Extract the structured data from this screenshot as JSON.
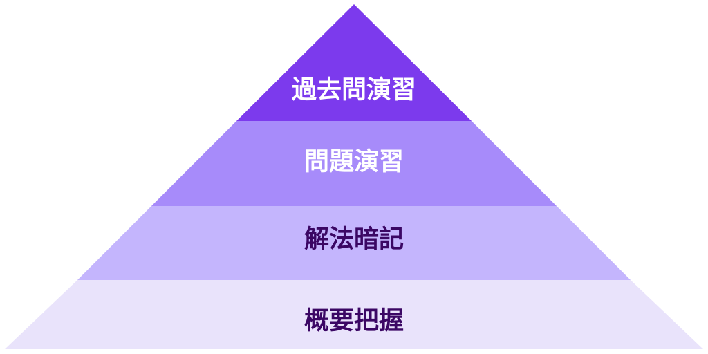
{
  "pyramid": {
    "tiers": [
      {
        "label": "過去問演習",
        "fill": "#7c3aed",
        "text_color": "#ffffff"
      },
      {
        "label": "問題演習",
        "fill": "#a78bfa",
        "text_color": "#ffffff"
      },
      {
        "label": "解法暗記",
        "fill": "#c4b5fd",
        "text_color": "#3b0764"
      },
      {
        "label": "概要把握",
        "fill": "#e9e3fb",
        "text_color": "#3b0764"
      }
    ]
  }
}
